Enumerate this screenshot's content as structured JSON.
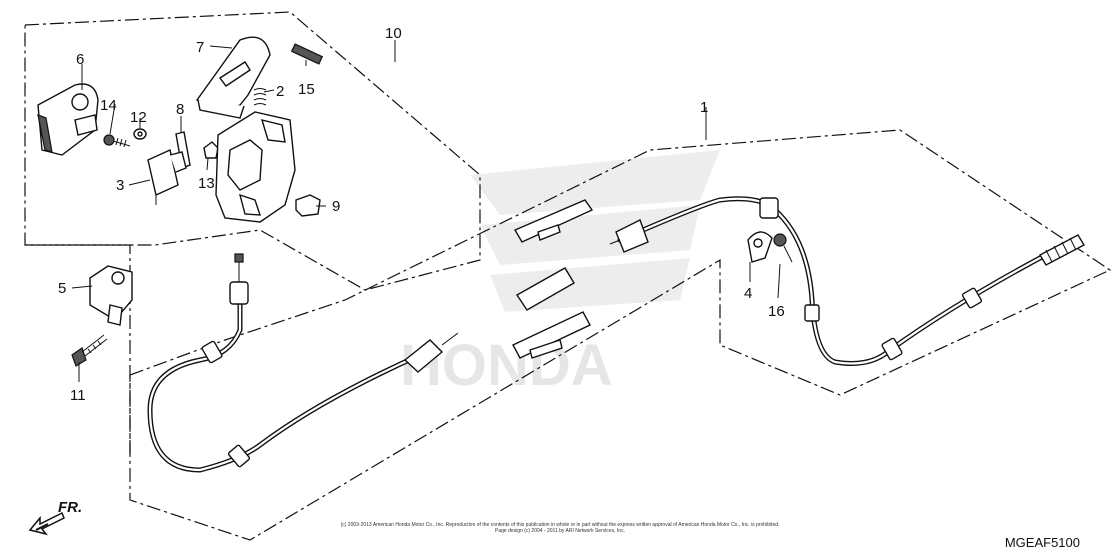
{
  "callouts": {
    "c1": "1",
    "c2": "2",
    "c3": "3",
    "c4": "4",
    "c5": "5",
    "c6": "6",
    "c7": "7",
    "c8": "8",
    "c9": "9",
    "c10": "10",
    "c11": "11",
    "c12": "12",
    "c13": "13",
    "c14": "14",
    "c15": "15",
    "c16": "16"
  },
  "direction_label": "FR.",
  "diagram_code": "MGEAF5100",
  "copyright_lines": [
    "(c) 2003-2013 American Honda Motor Co., Inc. Reproduction of the contents of this publication in whole or in part without the express written approval of American Honda Motor Co., Inc. is prohibited.",
    "Page design (c) 2004 - 2011 by ARI Network Services, Inc."
  ],
  "watermark_brand": "HONDA"
}
